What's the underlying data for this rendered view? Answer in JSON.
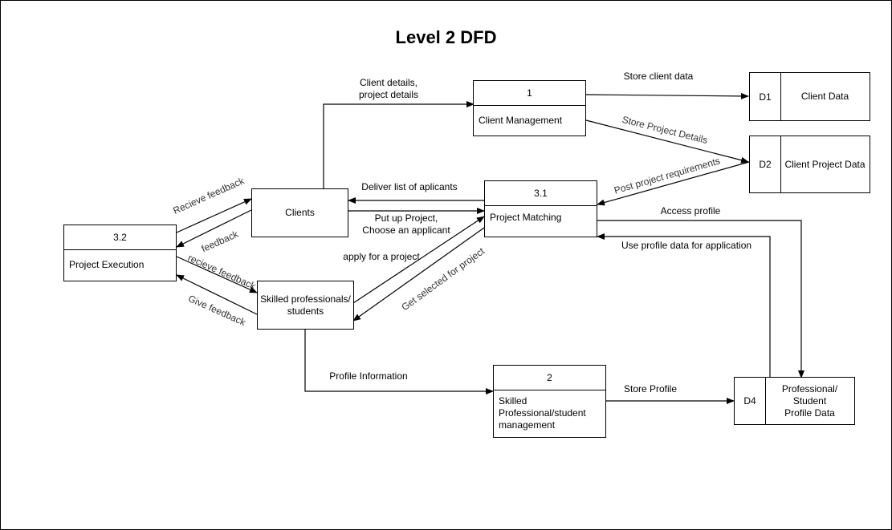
{
  "title": "Level 2 DFD",
  "processes": {
    "p1": {
      "id": "1",
      "name": "Client Management"
    },
    "p2": {
      "id": "2",
      "name": "Skilled\nProfessional/student\nmanagement"
    },
    "p31": {
      "id": "3.1",
      "name": "Project Matching"
    },
    "p32": {
      "id": "3.2",
      "name": "Project Execution"
    }
  },
  "entities": {
    "clients": "Clients",
    "skilled": "Skilled professionals/\nstudents"
  },
  "stores": {
    "d1": {
      "id": "D1",
      "name": "Client Data"
    },
    "d2": {
      "id": "D2",
      "name": "Client Project Data"
    },
    "d4": {
      "id": "D4",
      "name": "Professional/\nStudent\nProfile Data"
    }
  },
  "flows": {
    "client_details": "Client details,\nproject details",
    "store_client_data": "Store client data",
    "store_project_details": "Store Project Details",
    "post_requirements": "Post project requirements",
    "deliver_list": "Deliver list of aplicants",
    "put_up_project": "Put up Project,\nChoose an applicant",
    "access_profile": "Access profile",
    "use_profile_data": "Use profile data for application",
    "apply_project": "apply for a project",
    "get_selected": "Get selected for project",
    "recieve_feedback_clients": "Recieve feedback",
    "feedback": "feedback",
    "recieve_feedback_skilled": "recieve feedback",
    "give_feedback": "Give feedback",
    "profile_information": "Profile Information",
    "store_profile": "Store Profile"
  }
}
